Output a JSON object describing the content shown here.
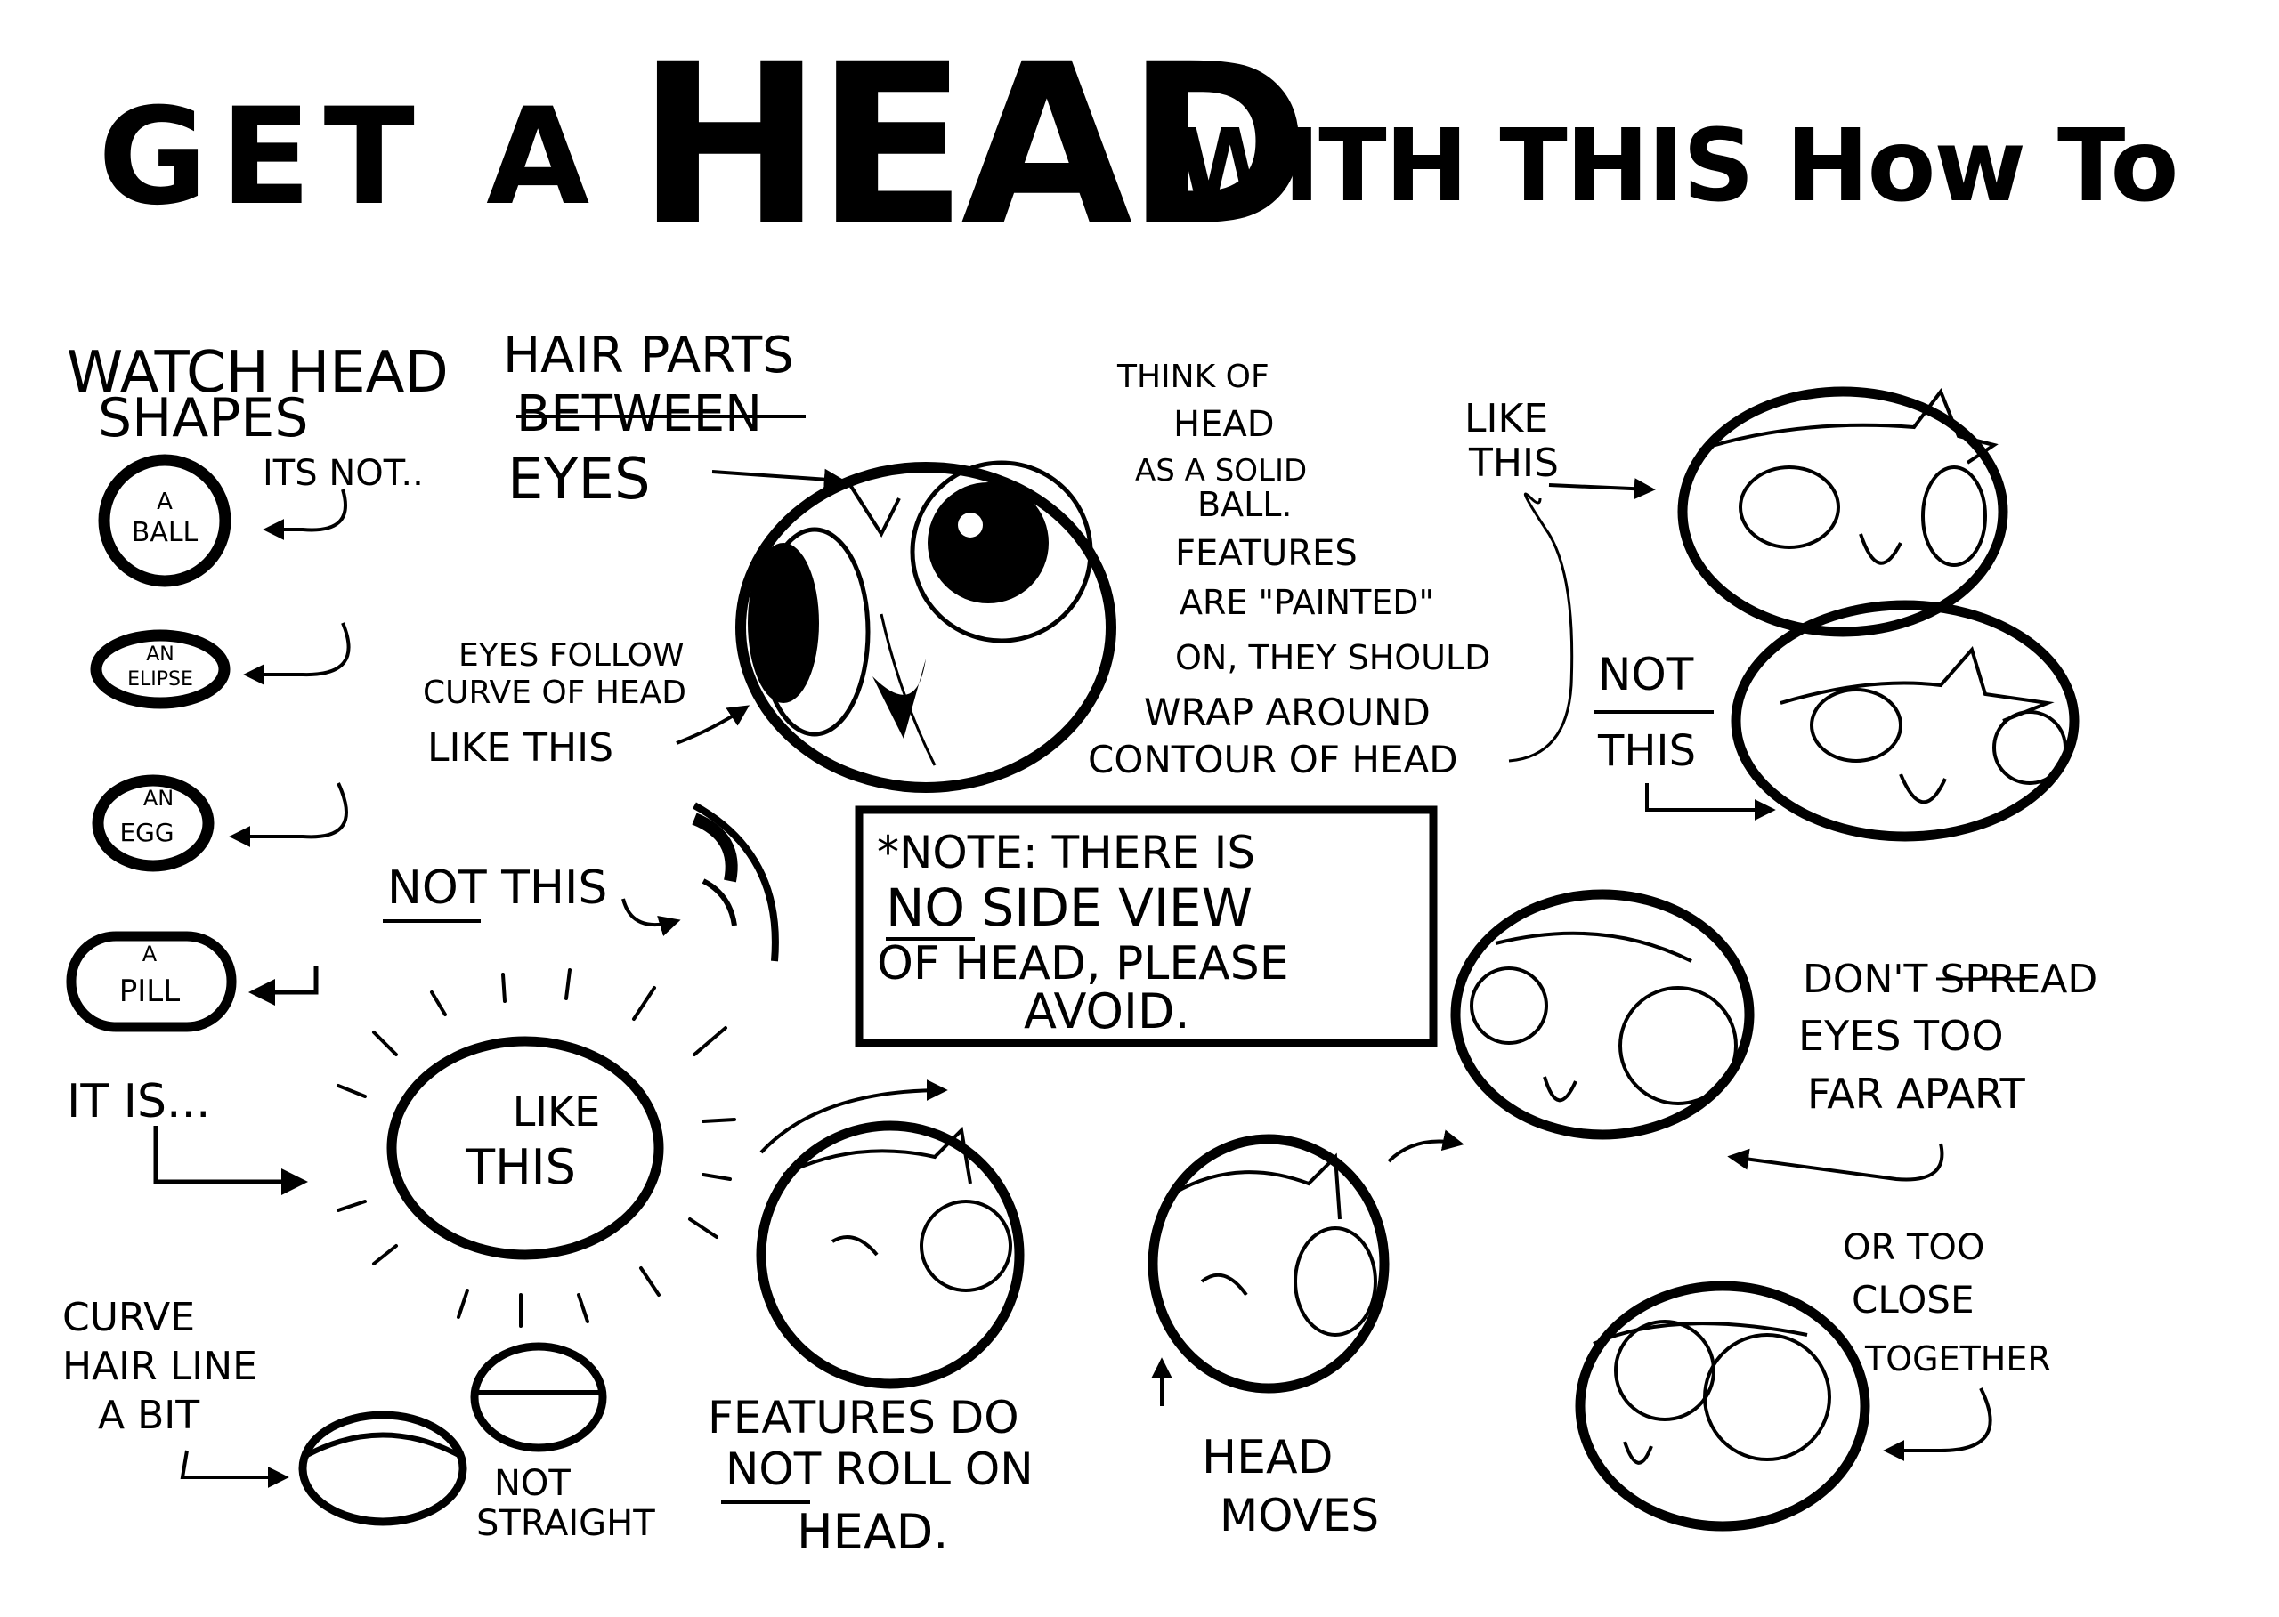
{
  "title": {
    "part1": "GET A",
    "part2": "HEAD",
    "part3": "WITH THIS How To"
  },
  "shapes": {
    "heading_line1": "WATCH HEAD",
    "heading_line2": "SHAPES",
    "its_not": "ITS NOT..",
    "ball_line1": "A",
    "ball_line2": "BALL",
    "ellipse_line1": "AN",
    "ellipse_line2": "ELIPSE",
    "egg_line1": "AN",
    "egg_line2": "EGG",
    "pill_line1": "A",
    "pill_line2": "PILL",
    "it_is": "IT IS...",
    "like_line1": "LIKE",
    "like_line2": "THIS"
  },
  "hair_parts": {
    "line1": "HAIR PARTS",
    "line2": "BETWEEN",
    "line3": "EYES"
  },
  "eyes_follow": {
    "line1": "EYES FOLLOW",
    "line2": "CURVE OF HEAD",
    "line3": "LIKE THIS"
  },
  "think": {
    "line1": "THINK OF",
    "line2": "HEAD",
    "line3": "AS A SOLID",
    "line4": "BALL.",
    "line5": "FEATURES",
    "line6": "ARE \"PAINTED\"",
    "line7": "ON, THEY SHOULD",
    "line8": "WRAP AROUND",
    "line9": "CONTOUR OF HEAD"
  },
  "compare": {
    "like_line1": "LIKE",
    "like_line2": "THIS",
    "not_line1": "NOT",
    "not_line2": "THIS"
  },
  "not_this_side": "NOT THIS",
  "note": {
    "line1": "*NOTE: THERE IS",
    "line2": "NO SIDE VIEW",
    "line3": "OF HEAD, PLEASE",
    "line4": "AVOID."
  },
  "spread": {
    "line1": "DON'T SPREAD",
    "line2": "EYES TOO",
    "line3": "FAR APART"
  },
  "close": {
    "line1": "OR TOO",
    "line2": "CLOSE",
    "line3": "TOGETHER"
  },
  "hairline": {
    "line1": "CURVE",
    "line2": "HAIR LINE",
    "line3": "A BIT",
    "not_line1": "NOT",
    "not_line2": "STRAIGHT"
  },
  "features_roll": {
    "line1": "FEATURES DO",
    "line2": "NOT ROLL ON",
    "line3": "HEAD."
  },
  "head_moves": {
    "line1": "HEAD",
    "line2": "MOVES"
  }
}
